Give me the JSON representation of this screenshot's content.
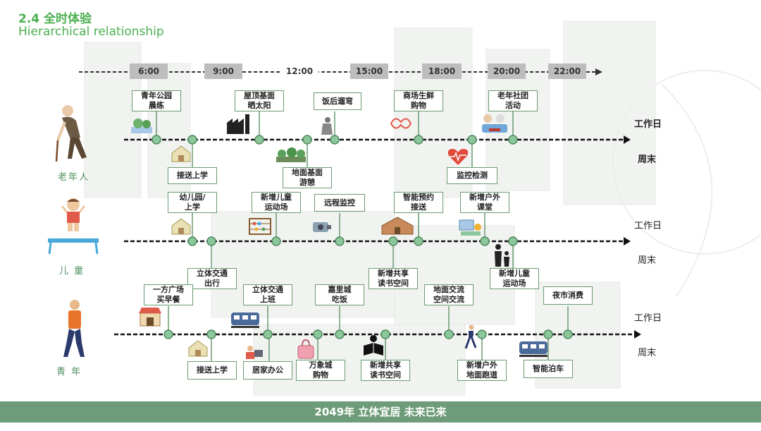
{
  "header": {
    "section": "2.4 全时体验",
    "subtitle": "Hierarchical relationship"
  },
  "timeline": {
    "ticks": [
      "6:00",
      "9:00",
      "12:00",
      "15:00",
      "18:00",
      "20:00",
      "22:00"
    ]
  },
  "groups": [
    {
      "label": "老年人",
      "workday_label": "工作日",
      "weekend_label": "周末",
      "above": [
        "青年公园\n晨练",
        "屋顶基面\n晒太阳",
        "饭后遛弯",
        "商场生鲜\n购物",
        "老年社团\n活动"
      ],
      "below": [
        "接送上学",
        "地面基面\n游憩",
        "监控检测"
      ]
    },
    {
      "label": "儿 童",
      "workday_label": "工作日",
      "weekend_label": "周末",
      "above": [
        "幼儿园/\n上学",
        "新增儿童\n运动场",
        "远程监控",
        "智能预约\n接送",
        "新增户外\n课堂"
      ],
      "below": [
        "立体交通\n出行",
        "新增共享\n读书空间",
        "新增儿童\n运动场"
      ]
    },
    {
      "label": "青 年",
      "workday_label": "工作日",
      "weekend_label": "周末",
      "above": [
        "一方广场\n买早餐",
        "立体交通\n上班",
        "嘉里城\n吃饭",
        "地面交流\n空间交流",
        "夜市消费"
      ],
      "below": [
        "接送上学",
        "居家办公",
        "万象城\n购物",
        "新增共享\n读书空间",
        "新增户外\n地面跑道",
        "智能泊车"
      ]
    }
  ],
  "footer": {
    "text": "2049年 立体宜居 未来已来"
  },
  "colors": {
    "accent": "#4caf50",
    "node": "#8bc79a",
    "box_border": "#6a9a72",
    "footer": "#6e9c78"
  }
}
